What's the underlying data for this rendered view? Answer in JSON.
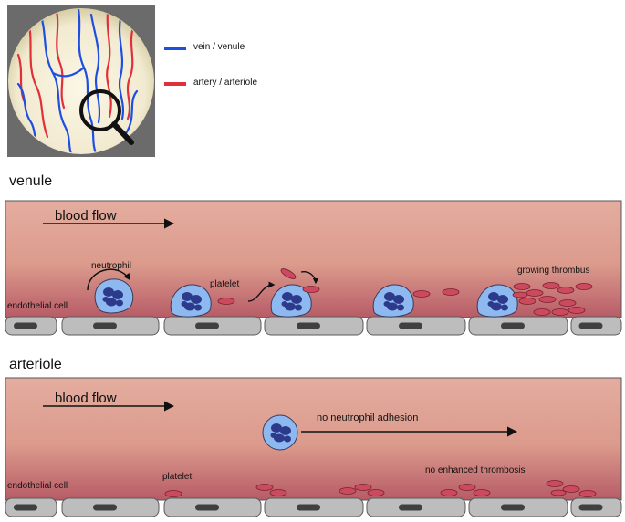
{
  "legend": {
    "vein_label": "vein / venule",
    "artery_label": "artery / arteriole",
    "vein_color": "#1f4fe0",
    "artery_color": "#e0303a"
  },
  "venule_panel": {
    "title": "venule",
    "flow_label": "blood flow",
    "neutrophil_label": "neutrophil",
    "platelet_label": "platelet",
    "endothelial_label": "endothelial cell",
    "thrombus_label": "growing thrombus"
  },
  "arteriole_panel": {
    "title": "arteriole",
    "flow_label": "blood flow",
    "adhesion_label": "no neutrophil adhesion",
    "platelet_label": "platelet",
    "endothelial_label": "endothelial cell",
    "thrombosis_label": "no enhanced thrombosis"
  },
  "colors": {
    "vessel_top": "#e2a99a",
    "vessel_bottom": "#c86b6b",
    "cell_fill": "#8db8f0",
    "nucleus_fill": "#2d3a8c",
    "platelet_fill": "#cc4a5e",
    "endothelium_fill": "#bdbdbd",
    "endothelium_nucleus": "#404040",
    "inset_bg": "#f7f1d6"
  },
  "icons": [
    "magnifier-icon",
    "arrow-right-icon",
    "curved-arrow-icon"
  ]
}
